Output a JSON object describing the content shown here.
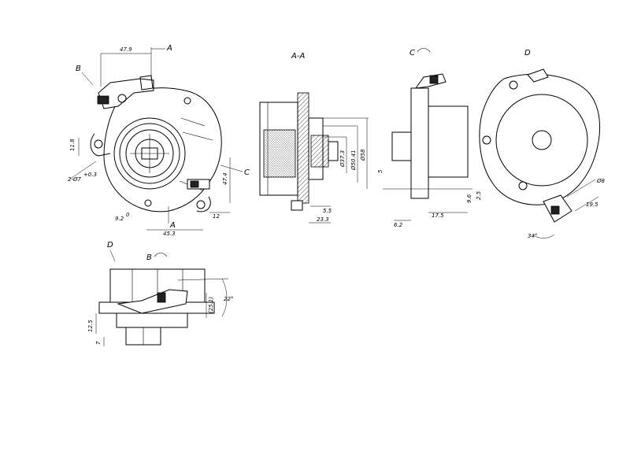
{
  "views": {
    "front_a": "A",
    "front_a2": "A",
    "front_b": "B",
    "front_c": "C",
    "section": "A-A",
    "side_c": "C",
    "side_d": "D",
    "bottom_d": "D",
    "bottom_b": "B"
  },
  "dims": {
    "d47_9": "47.9",
    "d11_8": "11.8",
    "d2x7": "2-Ø7",
    "d2x7_tol": "+0.3",
    "d47_4": "47.4",
    "d12": "12",
    "d9_2": "9.2",
    "d9_2_tol": "0",
    "d45_3": "45.3",
    "d37_3": "Ø37.3",
    "d50_41": "Ø50.41",
    "d58": "Ø58",
    "d5_5": "5.5",
    "d23_3": "23.3",
    "d5": "5",
    "d6_2": "6.2",
    "d17_5": "17.5",
    "d9_6": "9.6",
    "d2_5": "2.5",
    "d8": "Ø8",
    "d19_5": "19.5",
    "d34": "34°",
    "d22": "22°",
    "d25_1": "(25.1)",
    "d12_5": "12.5",
    "d7": "7"
  }
}
